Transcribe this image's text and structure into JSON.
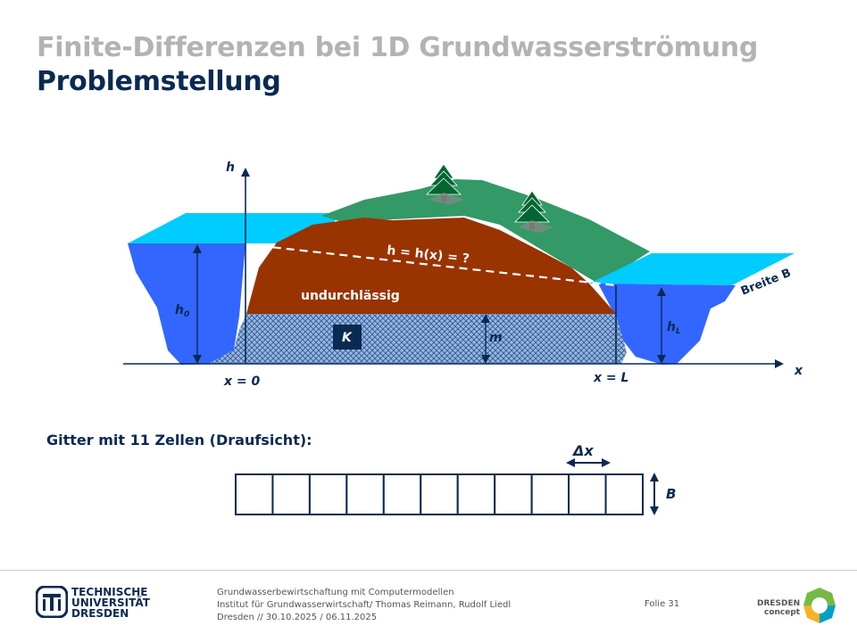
{
  "slide": {
    "title_line1": "Finite-Differenzen bei 1D Grundwasserströmung",
    "title_line2": "Problemstellung"
  },
  "diagram": {
    "axis_h_label": "h",
    "axis_x_label": "x",
    "function_label": "h = h(x) = ?",
    "impermeable_label": "undurchlässig",
    "conductivity_label": "K",
    "thickness_label": "m",
    "left_head_label": "h",
    "left_head_subscript": "0",
    "right_head_label": "h",
    "right_head_subscript": "L",
    "x0_label": "x = 0",
    "xL_label": "x = L",
    "width_label": "Breite B",
    "colors": {
      "water_top": "#00ccff",
      "water_body": "#3366ff",
      "hill_green": "#339966",
      "impermeable": "#993300",
      "aquifer_hatch": "#3366cc",
      "navy": "#0a2a52"
    }
  },
  "grid": {
    "title": "Gitter mit 11 Zellen (Draufsicht):",
    "cell_count": 11,
    "dx_label": "Δx",
    "b_label": "B"
  },
  "footer": {
    "line1": "Grundwasserbewirtschaftung mit Computermodellen",
    "line2": "Institut für Grundwasserwirtschaft/ Thomas Reimann, Rudolf Liedl",
    "line3": "Dresden // 30.10.2025 / 06.11.2025",
    "slide_number": "Folie 31",
    "university_line1": "TECHNISCHE",
    "university_line2": "UNIVERSITÄT",
    "university_line3": "DRESDEN",
    "concept_line1": "DRESDEN",
    "concept_line2": "concept"
  }
}
